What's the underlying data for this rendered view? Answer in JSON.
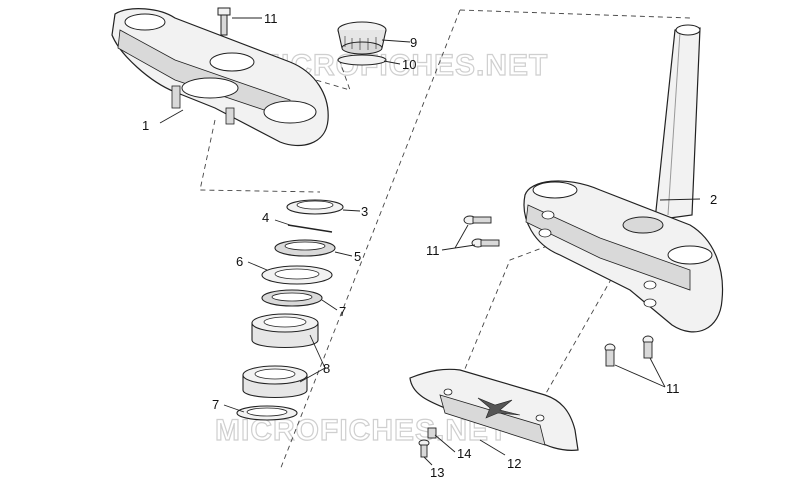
{
  "watermark": "MICROFICHES.NET",
  "colors": {
    "part_fill": "#f2f2f2",
    "part_shade": "#d9d9d9",
    "outline": "#222222",
    "dashed": "#444444",
    "watermark": "#cfcfcf"
  },
  "callouts": {
    "p1": "1",
    "p2": "2",
    "p3": "3",
    "p4": "4",
    "p5": "5",
    "p6": "6",
    "p7a": "7",
    "p7b": "7",
    "p8": "8",
    "p9": "9",
    "p10": "10",
    "p11a": "11",
    "p11b": "11",
    "p11c": "11",
    "p12": "12",
    "p13": "13",
    "p14": "14"
  }
}
